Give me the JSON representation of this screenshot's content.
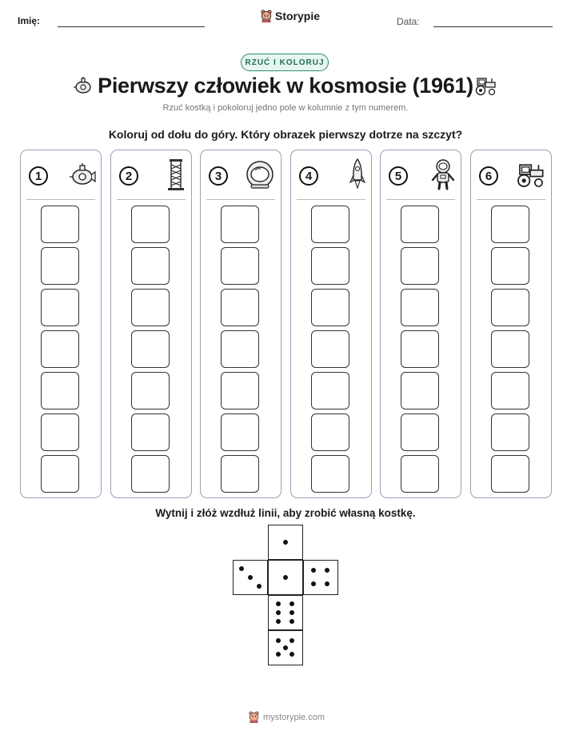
{
  "header": {
    "name_label": "Imię:",
    "brand": "Storypie",
    "date_label": "Data:"
  },
  "badge": "RZUĆ I KOLORUJ",
  "title": "Pierwszy człowiek w kosmosie (1961)",
  "subtitle": "Rzuć kostką i pokoloruj jedno pole w kolumnie z tym numerem.",
  "instruction": "Koloruj od dołu do góry. Który obrazek pierwszy dotrze na szczyt?",
  "columns": [
    {
      "number": "1",
      "icon": "submarine-icon"
    },
    {
      "number": "2",
      "icon": "launch-tower-icon"
    },
    {
      "number": "3",
      "icon": "astronaut-helmet-icon"
    },
    {
      "number": "4",
      "icon": "rocket-icon"
    },
    {
      "number": "5",
      "icon": "astronaut-icon"
    },
    {
      "number": "6",
      "icon": "tractor-icon"
    }
  ],
  "cells_per_column": 7,
  "cut_instruction": "Wytnij i złóż wzdłuż linii, aby zrobić własną kostkę.",
  "dice_faces": [
    1,
    3,
    1,
    4,
    6,
    5
  ],
  "footer": "mystorypie.com"
}
